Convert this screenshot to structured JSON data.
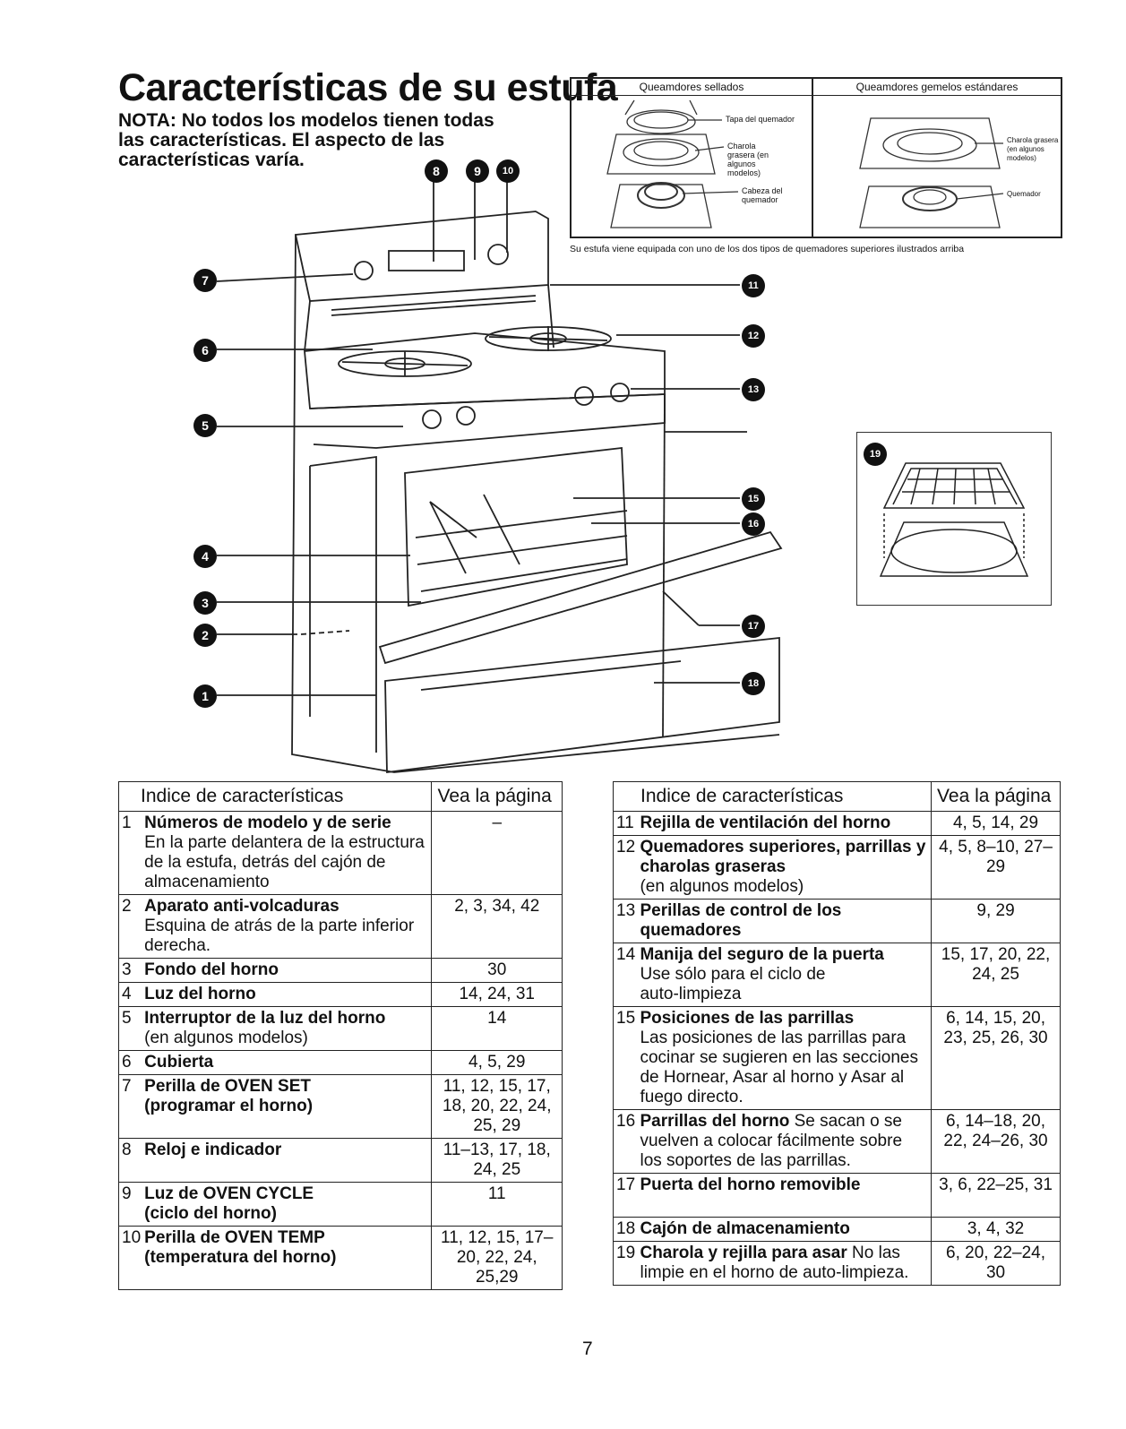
{
  "header": {
    "title": "Características de su estufa",
    "note": "NOTA: No todos los modelos tienen todas las características. El aspecto de las características varía."
  },
  "burners": {
    "sealed_header": "Queamdores sellados",
    "standard_header": "Queamdores gemelos estándares",
    "sealed_labels": [
      "Tapa del quemador",
      "Charola grasera (en algunos modelos)",
      "Cabeza del quemador"
    ],
    "standard_labels": [
      "Charola grasera (en algunos modelos)",
      "Quemador"
    ],
    "caption": "Su estufa viene equipada con uno de los dos tipos de quemadores superiores ilustrados arriba"
  },
  "badges": [
    "1",
    "2",
    "3",
    "4",
    "5",
    "6",
    "7",
    "8",
    "9",
    "10",
    "11",
    "12",
    "13",
    "15",
    "16",
    "17",
    "18",
    "19"
  ],
  "table_left": {
    "col1": "Indice de características",
    "col2": "Vea la página",
    "rows": [
      {
        "n": "1",
        "title": "Números de modelo y de serie",
        "detail": "En la parte delantera de la estructura de la estufa, detrás del cajón de almacenamiento",
        "pages": "–"
      },
      {
        "n": "2",
        "title": "Aparato anti-volcaduras",
        "detail": "Esquina de atrás de la parte inferior derecha.",
        "pages": "2, 3, 34, 42"
      },
      {
        "n": "3",
        "title": "Fondo del horno",
        "detail": "",
        "pages": "30"
      },
      {
        "n": "4",
        "title": "Luz del horno",
        "detail": "",
        "pages": "14, 24, 31"
      },
      {
        "n": "5",
        "title": "Interruptor de la luz del horno",
        "detail": "(en algunos modelos)",
        "pages": "14"
      },
      {
        "n": "6",
        "title": "Cubierta",
        "detail": "",
        "pages": "4, 5, 29"
      },
      {
        "n": "7",
        "title": "Perilla de OVEN SET (programar el horno)",
        "detail": "",
        "pages": "11, 12, 15, 17, 18, 20, 22, 24, 25, 29"
      },
      {
        "n": "8",
        "title": "Reloj e indicador",
        "detail": "",
        "pages": "11–13, 17, 18, 24, 25"
      },
      {
        "n": "9",
        "title": "Luz de OVEN CYCLE (ciclo del horno)",
        "detail": "",
        "pages": "11"
      },
      {
        "n": "10",
        "title": "Perilla de OVEN TEMP (temperatura del horno)",
        "detail": "",
        "pages": "11, 12, 15, 17–20, 22, 24, 25,29"
      }
    ]
  },
  "table_right": {
    "col1": "Indice de características",
    "col2": "Vea la página",
    "rows": [
      {
        "n": "11",
        "title": "Rejilla de ventilación del horno",
        "detail": "",
        "pages": "4, 5, 14, 29"
      },
      {
        "n": "12",
        "title": "Quemadores superiores, parrillas y charolas graseras",
        "detail": "(en algunos modelos)",
        "pages": "4, 5, 8–10, 27–29"
      },
      {
        "n": "13",
        "title": "Perillas de control de los quemadores",
        "detail": "",
        "pages": "9, 29"
      },
      {
        "n": "14",
        "title": "Manija del seguro de la puerta",
        "detail": "Use sólo para el ciclo de auto-limpieza",
        "pages": "15, 17, 20, 22, 24, 25"
      },
      {
        "n": "15",
        "title": "Posiciones de las parrillas",
        "detail": "Las posiciones de las parrillas para cocinar se sugieren en las secciones de Hornear, Asar al horno y Asar al fuego directo.",
        "pages": "6, 14, 15, 20, 23, 25, 26, 30"
      },
      {
        "n": "16",
        "title": "Parrillas del horno",
        "detail": "Se sacan o se vuelven a colocar fácilmente sobre los soportes de las parrillas.",
        "pages": "6, 14–18, 20, 22, 24–26, 30"
      },
      {
        "n": "17",
        "title": "Puerta del horno removible",
        "detail": "",
        "pages": "3, 6, 22–25, 31"
      },
      {
        "n": "18",
        "title": "Cajón de almacenamiento",
        "detail": "",
        "pages": "3, 4, 32"
      },
      {
        "n": "19",
        "title": "Charola y rejilla para asar",
        "detail": "No las limpie en el horno de auto-limpieza.",
        "pages": "6, 20, 22–24, 30"
      }
    ]
  },
  "page_number": "7"
}
